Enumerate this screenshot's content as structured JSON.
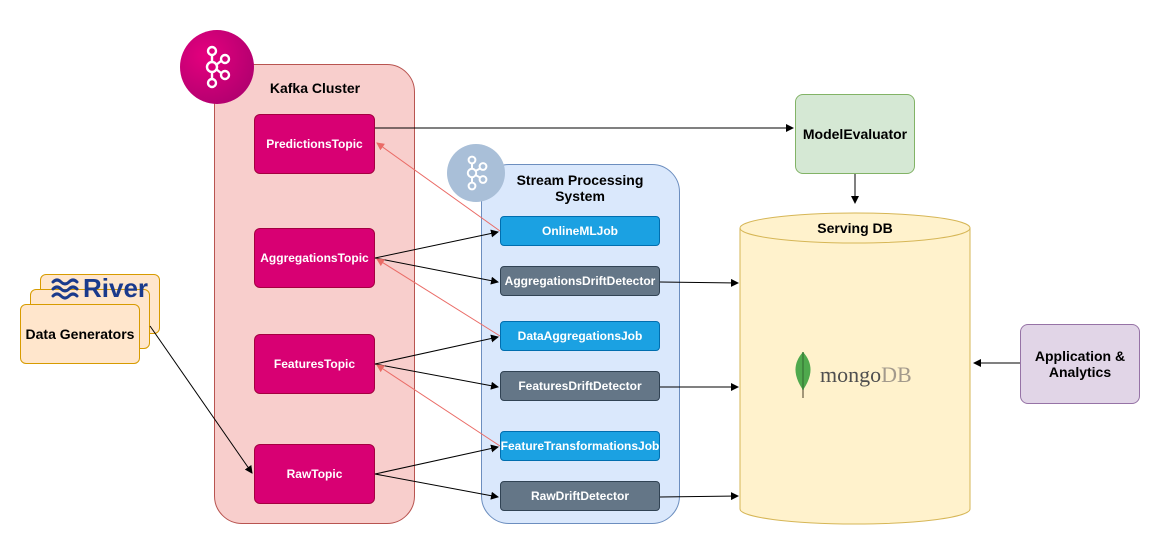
{
  "kafka_cluster": {
    "title": "Kafka Cluster"
  },
  "stream_processing": {
    "title": "Stream Processing System"
  },
  "topics": {
    "predictions": "PredictionsTopic",
    "aggregations": "AggregationsTopic",
    "features": "FeaturesTopic",
    "raw": "RawTopic"
  },
  "jobs": {
    "online_ml": "OnlineMLJob",
    "aggregations_drift": "AggregationsDriftDetector",
    "data_aggregations": "DataAggregationsJob",
    "features_drift": "FeaturesDriftDetector",
    "feature_transformations": "FeatureTransformationsJob",
    "raw_drift": "RawDriftDetector"
  },
  "data_generators": {
    "label": "Data Generators",
    "logo_text": "River"
  },
  "model_evaluator": {
    "label": "ModelEvaluator"
  },
  "serving_db": {
    "title": "Serving DB",
    "logo_text_a": "mongo",
    "logo_text_b": "DB"
  },
  "app_analytics": {
    "label": "Application & Analytics"
  },
  "colors": {
    "kafka_fill": "#f8cecc",
    "sps_fill": "#dae8fc",
    "topic": "#d80073",
    "job": "#1ba1e2",
    "detector": "#647687",
    "db_fill": "#fff2cc",
    "feedback_arrow": "#ea6b66"
  }
}
